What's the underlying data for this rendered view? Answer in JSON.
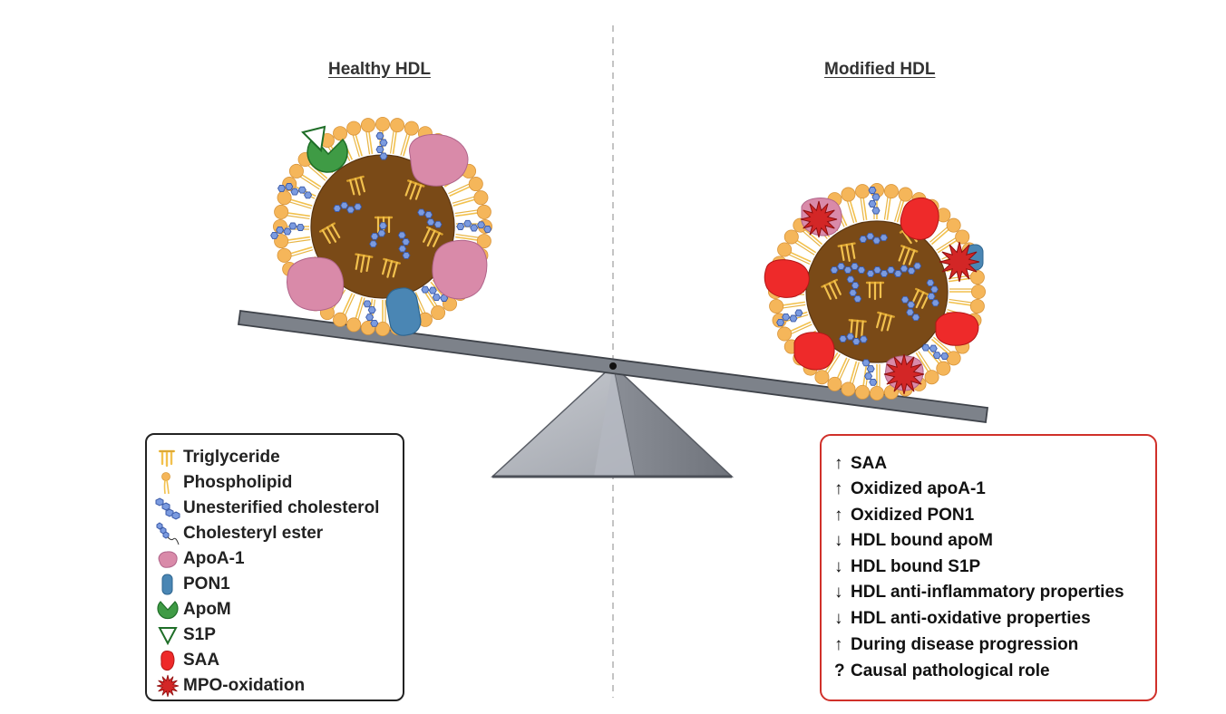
{
  "titles": {
    "healthy": "Healthy HDL",
    "modified": "Modified HDL"
  },
  "legend": [
    {
      "icon": "triglyceride-icon",
      "label": "Triglyceride"
    },
    {
      "icon": "phospholipid-icon",
      "label": "Phospholipid"
    },
    {
      "icon": "unesterified-cholesterol-icon",
      "label": "Unesterified cholesterol"
    },
    {
      "icon": "cholesteryl-ester-icon",
      "label": "Cholesteryl ester"
    },
    {
      "icon": "apoa1-icon",
      "label": "ApoA-1"
    },
    {
      "icon": "pon1-icon",
      "label": "PON1"
    },
    {
      "icon": "apom-icon",
      "label": "ApoM"
    },
    {
      "icon": "s1p-icon",
      "label": "S1P"
    },
    {
      "icon": "saa-icon",
      "label": "SAA"
    },
    {
      "icon": "mpo-oxidation-icon",
      "label": "MPO-oxidation"
    }
  ],
  "effects": [
    {
      "arrow": "↑",
      "text": "SAA"
    },
    {
      "arrow": "↑",
      "text": "Oxidized apoA-1"
    },
    {
      "arrow": "↑",
      "text": "Oxidized PON1"
    },
    {
      "arrow": "↓",
      "text": "HDL bound apoM"
    },
    {
      "arrow": "↓",
      "text": "HDL bound S1P"
    },
    {
      "arrow": "↓",
      "text": "HDL anti-inflammatory properties"
    },
    {
      "arrow": "↓",
      "text": "HDL anti-oxidative properties"
    },
    {
      "arrow": "↑",
      "text": "During disease progression"
    },
    {
      "arrow": "?",
      "text": "Causal pathological role"
    }
  ],
  "colors": {
    "core": "#7a4a17",
    "phospholipid_head": "#f5b65a",
    "triglyceride": "#f2c14e",
    "cholesterol": "#7b9be0",
    "apoa1": "#d98aa9",
    "pon1": "#4a86b4",
    "apom": "#3f9b45",
    "saa": "#ee2a2a",
    "mpo": "#d32626",
    "seesaw": "#7d828a",
    "effects_border": "#d0302a"
  }
}
